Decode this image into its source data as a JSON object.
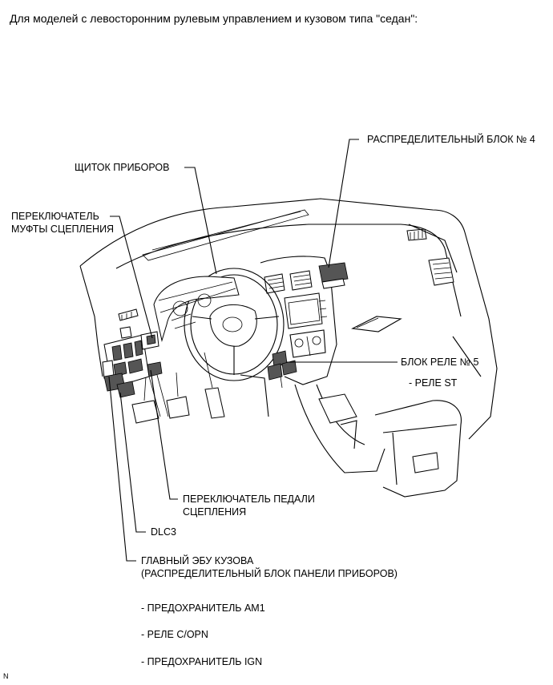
{
  "heading": "Для моделей с левосторонним рулевым управлением и кузовом типа \"седан\":",
  "labels": {
    "junction_block_4": "РАСПРЕДЕЛИТЕЛЬНЫЙ БЛОК № 4",
    "combination_meter": "ЩИТОК ПРИБОРОВ",
    "clutch_switch_line1": "ПЕРЕКЛЮЧАТЕЛЬ",
    "clutch_switch_line2": "МУФТЫ СЦЕПЛЕНИЯ",
    "relay_block_5": "БЛОК РЕЛЕ № 5",
    "relay_st": "- РЕЛЕ ST",
    "clutch_pedal_switch_line1": "ПЕРЕКЛЮЧАТЕЛЬ ПЕДАЛИ",
    "clutch_pedal_switch_line2": "СЦЕПЛЕНИЯ",
    "dlc3": "DLC3",
    "main_body_ecu_line1": "ГЛАВНЫЙ ЭБУ КУЗОВА",
    "main_body_ecu_line2": "(РАСПРЕДЕЛИТЕЛЬНЫЙ БЛОК ПАНЕЛИ ПРИБОРОВ)",
    "fuse_am1": "- ПРЕДОХРАНИТЕЛЬ AM1",
    "relay_c_opn": "- РЕЛЕ C/OPN",
    "fuse_ign": "- ПРЕДОХРАНИТЕЛЬ IGN",
    "corner_mark": "N"
  }
}
